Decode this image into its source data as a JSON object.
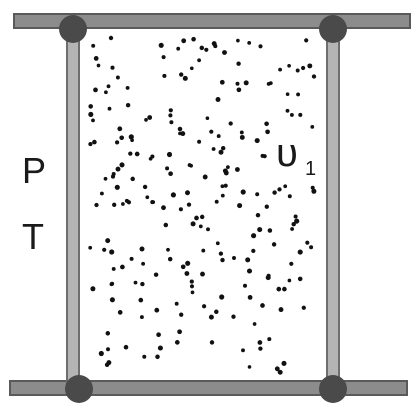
{
  "labels": {
    "pressure": "P",
    "temperature": "T",
    "volume_symbol": "υ",
    "volume_subscript": "1"
  },
  "colors": {
    "plate_fill": "#8c8c8c",
    "plate_stroke": "#5a5a5a",
    "rod_fill": "#b4b4b4",
    "rod_stroke": "#6e6e6e",
    "joint": "#4a4a4a",
    "particle": "#111111",
    "text": "#1a1a1a"
  }
}
